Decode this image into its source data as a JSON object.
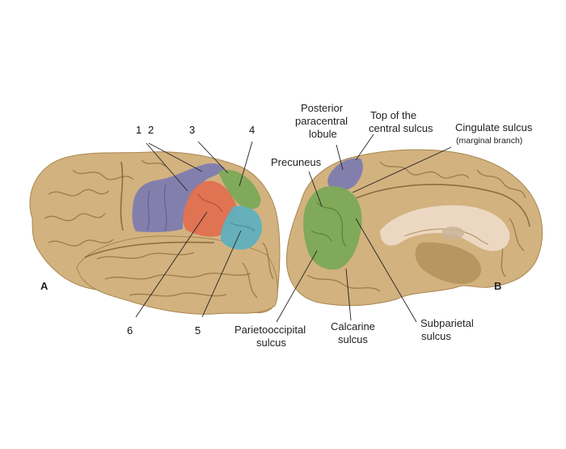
{
  "figure": {
    "left_panel": {
      "panel_letter": "A",
      "numbers": [
        "1",
        "2",
        "3",
        "4",
        "5",
        "6"
      ]
    },
    "right_panel": {
      "panel_letter": "B",
      "labels": {
        "posterior_paracentral_1": "Posterior",
        "posterior_paracentral_2": "paracentral",
        "posterior_paracentral_3": "lobule",
        "top_central_1": "Top of the",
        "top_central_2": "central sulcus",
        "cingulate_1": "Cingulate sulcus",
        "cingulate_2": "(marginal branch)",
        "precuneus": "Precuneus",
        "parietooccipital_1": "Parietooccipital",
        "parietooccipital_2": "sulcus",
        "calcarine_1": "Calcarine",
        "calcarine_2": "sulcus",
        "subparietal_1": "Subparietal",
        "subparietal_2": "sulcus"
      }
    },
    "colors": {
      "brain": "#d2b27f",
      "brain_dark": "#b8965f",
      "purple": "#7e7cb0",
      "red": "#e07050",
      "green": "#7ca958",
      "cyan": "#5fb0bf",
      "callosum": "#ecd8c2"
    }
  }
}
